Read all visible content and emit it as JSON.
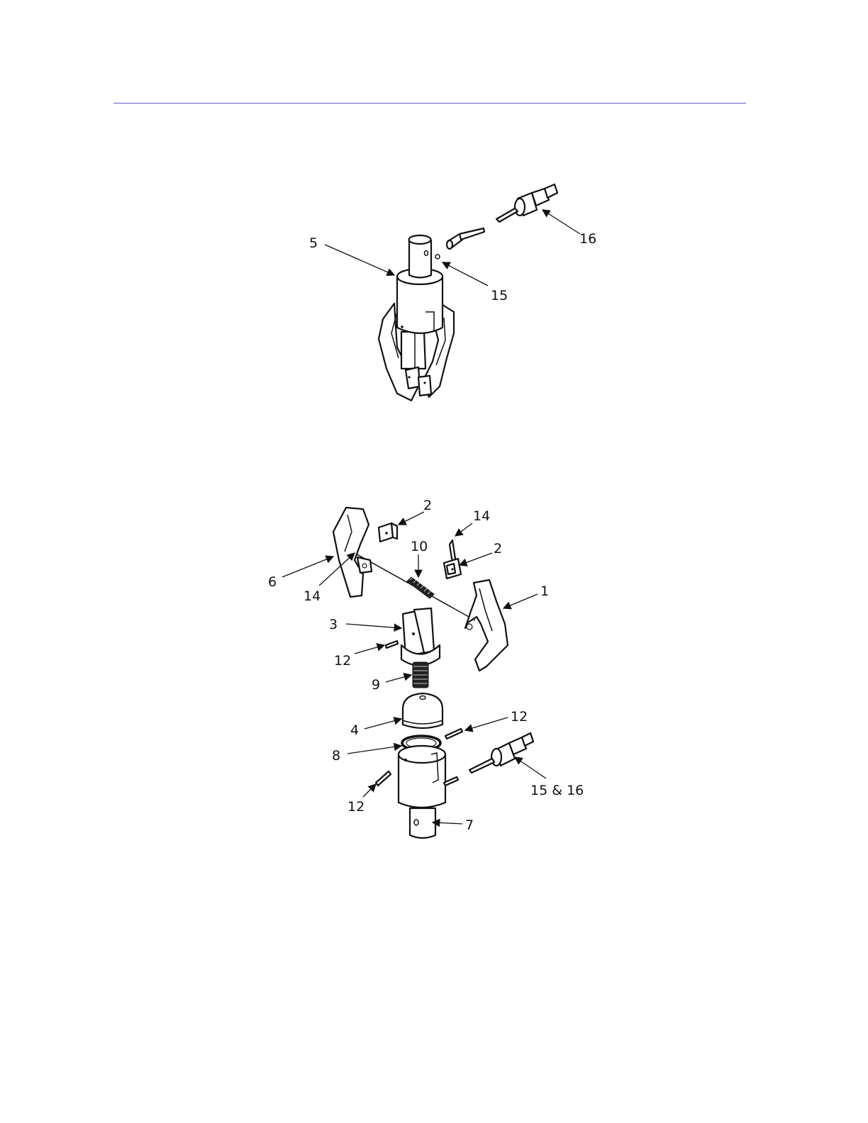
{
  "callouts_top": {
    "c5": "5",
    "c15": "15",
    "c16": "16"
  },
  "callouts_bottom": {
    "c2a": "2",
    "c14a": "14",
    "c2b": "2",
    "c10": "10",
    "c6": "6",
    "c14b": "14",
    "c1": "1",
    "c3": "3",
    "c12a": "12",
    "c9": "9",
    "c4": "4",
    "c12b": "12",
    "c8": "8",
    "c12c": "12",
    "c15_16": "15 & 16",
    "c7": "7"
  }
}
